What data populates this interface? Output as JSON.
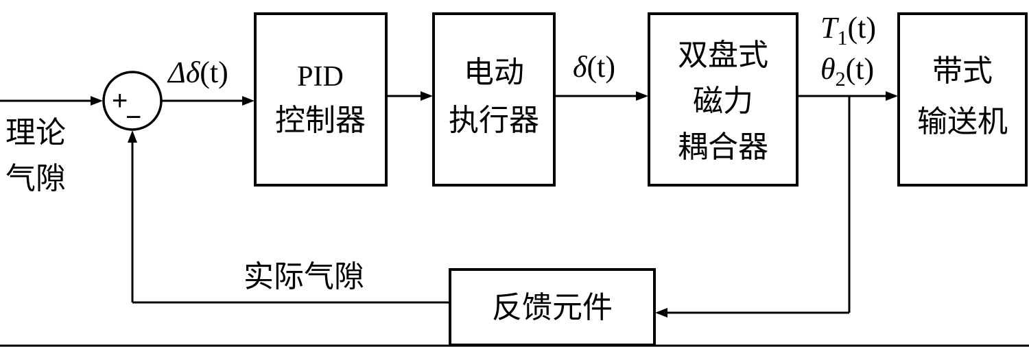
{
  "reference_input": {
    "line1": "理论",
    "line2": "气隙"
  },
  "summing_junction": {
    "plus": "+",
    "minus": "−"
  },
  "error_signal": {
    "symbol": "Δδ",
    "arg": "(t)"
  },
  "blocks": {
    "pid": {
      "line1": "PID",
      "line2": "控制器"
    },
    "actuator": {
      "line1": "电动",
      "line2": "执行器"
    },
    "coupler": {
      "line1": "双盘式",
      "line2": "磁力",
      "line3": "耦合器"
    },
    "conveyor": {
      "line1": "带式",
      "line2": "输送机"
    },
    "feedback": {
      "label": "反馈元件"
    }
  },
  "actuator_output": {
    "symbol": "δ",
    "arg": "(t)"
  },
  "coupler_outputs": {
    "torque": {
      "symbol": "T",
      "sub": "1",
      "arg": "(t)"
    },
    "angle": {
      "symbol": "θ",
      "sub": "2",
      "arg": "(t)"
    }
  },
  "feedback_signal": {
    "label": "实际气隙"
  }
}
